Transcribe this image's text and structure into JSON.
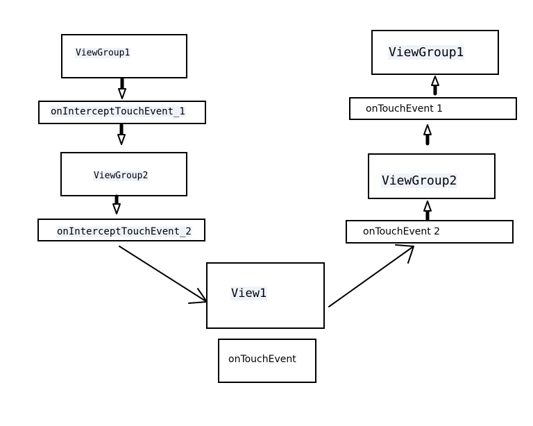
{
  "nodes": {
    "left_viewgroup1": "ViewGroup1",
    "left_intercept1": "onInterceptTouchEvent_1",
    "left_viewgroup2": "ViewGroup2",
    "left_intercept2": "onInterceptTouchEvent_2",
    "view1": "View1",
    "view1_handler": "onTouchEvent",
    "right_viewgroup1": "ViewGroup1",
    "right_touch1": "onTouchEvent 1",
    "right_viewgroup2": "ViewGroup2",
    "right_touch2": "onTouchEvent 2"
  },
  "colors": {
    "stroke": "#000000",
    "text_highlight": "#eef3fb"
  }
}
